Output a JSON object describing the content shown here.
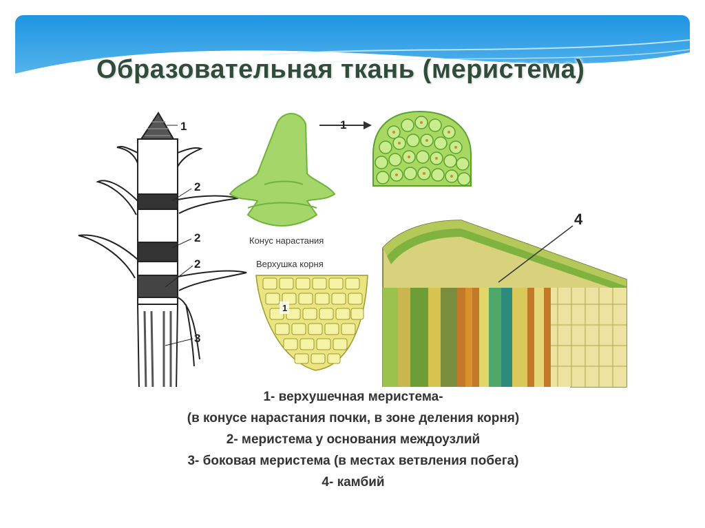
{
  "slide": {
    "title": "Образовательная ткань (меристема)"
  },
  "figure": {
    "labels": {
      "cone": "Конус нарастания",
      "root_tip": "Верхушка корня"
    },
    "numbers": {
      "n1_stem": "1",
      "n2_a": "2",
      "n2_b": "2",
      "n2_c": "2",
      "n3": "3",
      "n1_arrow": "1",
      "n1_root": "1",
      "n4": "4"
    }
  },
  "legend": {
    "lines": [
      "1- верхушечная меристема-",
      "(в конусе нарастания почки, в зоне деления корня)",
      "2- меристема у основания междоузлий",
      "3- боковая меристема (в местах ветвления побега)",
      "4- камбий"
    ]
  },
  "colors": {
    "band_top": "#2a9ee6",
    "band_bottom": "#9dd6f5",
    "green_light": "#9fd35c",
    "green_dark": "#5aa02c",
    "yellow": "#e4e06a",
    "orange": "#d98a2a"
  }
}
